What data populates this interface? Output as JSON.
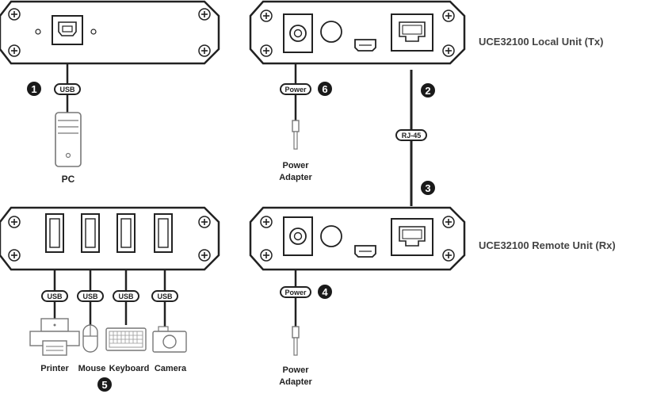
{
  "connectors": {
    "usb": "USB",
    "power": "Power",
    "rj45": "RJ-45"
  },
  "labels": {
    "pc": "PC",
    "power_line1": "Power",
    "power_line2": "Adapter",
    "printer": "Printer",
    "mouse": "Mouse",
    "keyboard": "Keyboard",
    "camera": "Camera",
    "local_unit": "UCE32100 Local Unit (Tx)",
    "remote_unit": "UCE32100 Remote Unit (Rx)"
  },
  "steps": [
    "1",
    "2",
    "3",
    "4",
    "5",
    "6"
  ],
  "colors": {
    "stroke": "#222222",
    "badge": "#1a1a1a",
    "device_stroke": "#777777",
    "text": "#222222"
  }
}
